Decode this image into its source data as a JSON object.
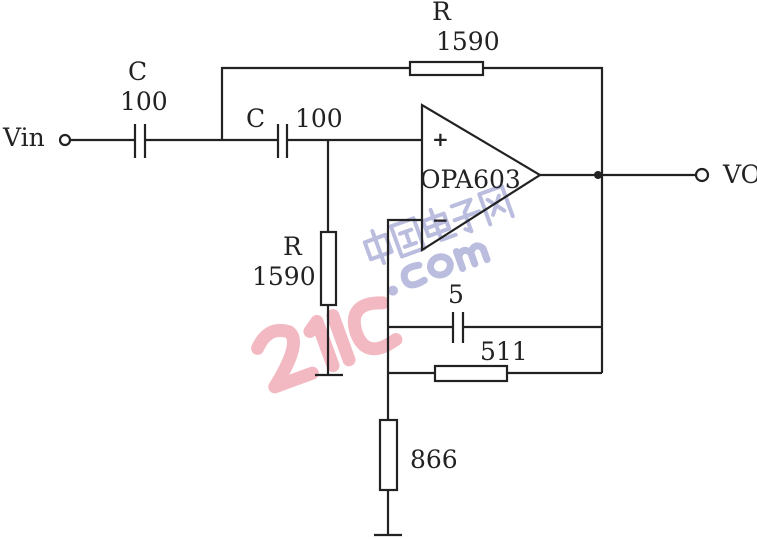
{
  "watermark": {
    "brand": "21IC",
    "domain": ".com",
    "chinese": "中国电子网"
  },
  "labels": {
    "vin": "Vin",
    "vo": "VO",
    "c1_name": "C",
    "c1_value": "100",
    "c2_name": "C",
    "c2_value": "100",
    "r_feedback_name": "R",
    "r_feedback_value": "1590",
    "r_shunt_name": "R",
    "r_shunt_value": "1590",
    "opamp": "OPA603",
    "plus": "+",
    "minus": "−",
    "c_fb_value": "5",
    "r_fb_value": "511",
    "r_gnd_value": "866"
  }
}
